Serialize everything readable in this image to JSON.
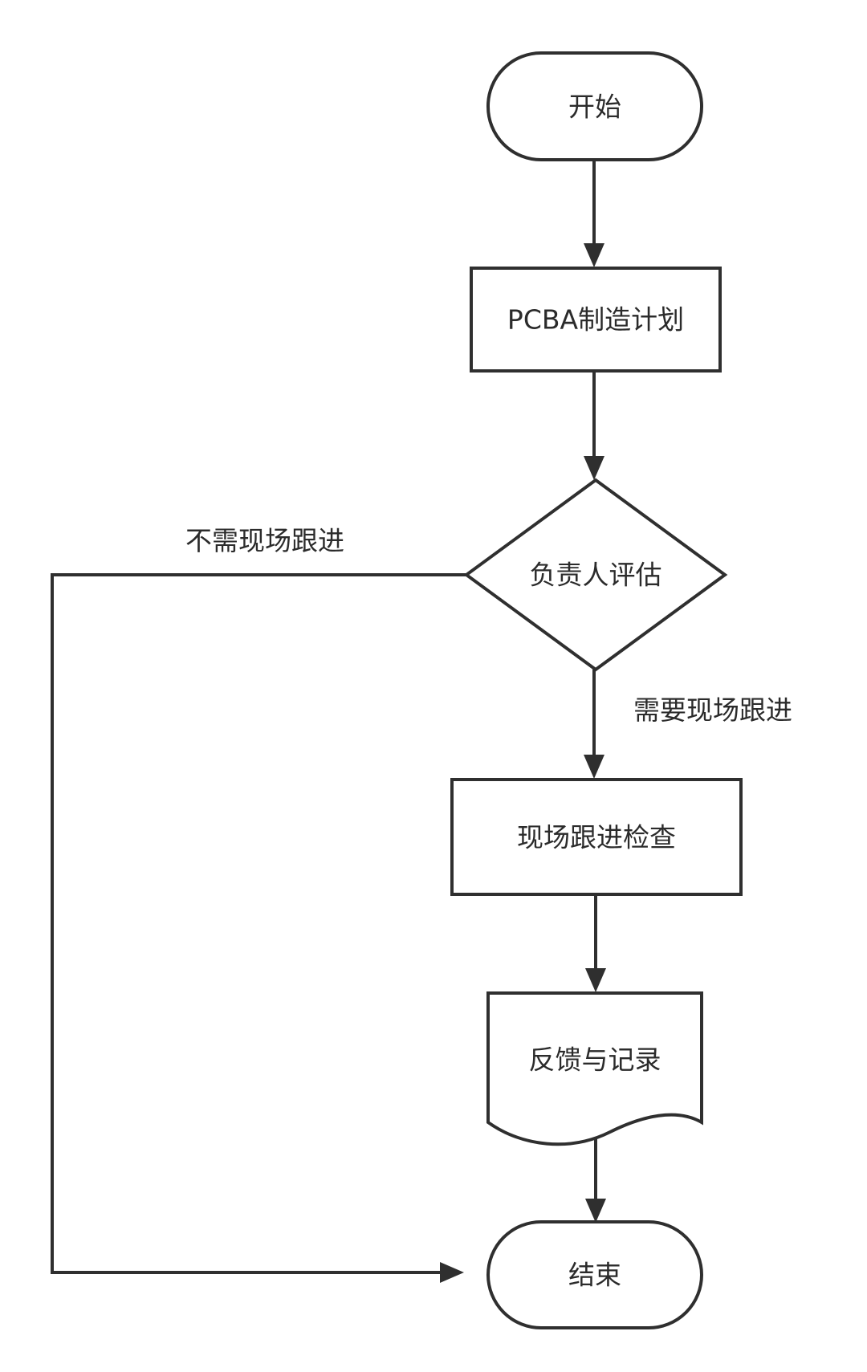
{
  "diagram": {
    "nodes": {
      "start": {
        "label": "开始",
        "shape": "terminal"
      },
      "plan": {
        "label": "PCBA制造计划",
        "shape": "process"
      },
      "evaluate": {
        "label": "负责人评估",
        "shape": "decision"
      },
      "inspection": {
        "label": "现场跟进检查",
        "shape": "process"
      },
      "feedback": {
        "label": "反馈与记录",
        "shape": "document"
      },
      "end": {
        "label": "结束",
        "shape": "terminal"
      }
    },
    "edges": [
      {
        "from": "start",
        "to": "plan",
        "label": ""
      },
      {
        "from": "plan",
        "to": "evaluate",
        "label": ""
      },
      {
        "from": "evaluate",
        "to": "inspection",
        "label": "需要现场跟进"
      },
      {
        "from": "evaluate",
        "to": "end",
        "label": "不需现场跟进"
      },
      {
        "from": "inspection",
        "to": "feedback",
        "label": ""
      },
      {
        "from": "feedback",
        "to": "end",
        "label": ""
      }
    ],
    "colors": {
      "stroke": "#2f2f2f",
      "fill": "#ffffff",
      "text": "#2b2b2b"
    }
  }
}
